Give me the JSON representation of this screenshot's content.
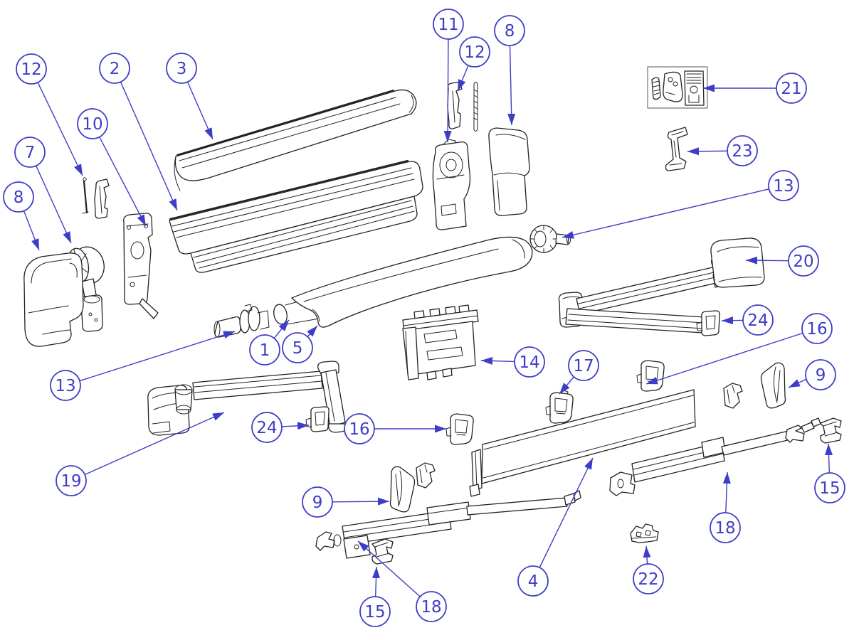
{
  "diagram": {
    "kind": "awning-exploded-parts-diagram",
    "background_color": "#ffffff",
    "line_color": "#222222",
    "callout_color": "#3d3dc7"
  },
  "callouts": [
    {
      "key": "12-left",
      "label": "12"
    },
    {
      "key": "2",
      "label": "2"
    },
    {
      "key": "3",
      "label": "3"
    },
    {
      "key": "10",
      "label": "10"
    },
    {
      "key": "7",
      "label": "7"
    },
    {
      "key": "8-left",
      "label": "8"
    },
    {
      "key": "11",
      "label": "11"
    },
    {
      "key": "12-top",
      "label": "12"
    },
    {
      "key": "8-top",
      "label": "8"
    },
    {
      "key": "21",
      "label": "21"
    },
    {
      "key": "23",
      "label": "23"
    },
    {
      "key": "13-right",
      "label": "13"
    },
    {
      "key": "20",
      "label": "20"
    },
    {
      "key": "24-right",
      "label": "24"
    },
    {
      "key": "16-right",
      "label": "16"
    },
    {
      "key": "9-right",
      "label": "9"
    },
    {
      "key": "13-left",
      "label": "13"
    },
    {
      "key": "1",
      "label": "1"
    },
    {
      "key": "5",
      "label": "5"
    },
    {
      "key": "14",
      "label": "14"
    },
    {
      "key": "17",
      "label": "17"
    },
    {
      "key": "19",
      "label": "19"
    },
    {
      "key": "24-left",
      "label": "24"
    },
    {
      "key": "16-left",
      "label": "16"
    },
    {
      "key": "9-left",
      "label": "9"
    },
    {
      "key": "15-right",
      "label": "15"
    },
    {
      "key": "18-right",
      "label": "18"
    },
    {
      "key": "4",
      "label": "4"
    },
    {
      "key": "22",
      "label": "22"
    },
    {
      "key": "15-bottom",
      "label": "15"
    },
    {
      "key": "18-bottom",
      "label": "18"
    }
  ]
}
